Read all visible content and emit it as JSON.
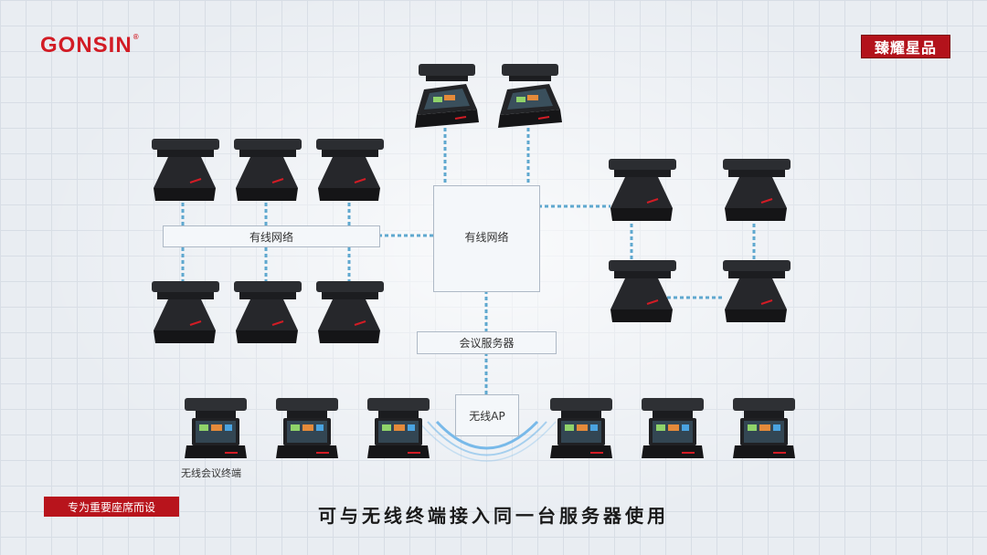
{
  "brand": {
    "logo": "GONSIN",
    "registered": "®",
    "series": "臻耀星品"
  },
  "diagram": {
    "left_bus_label": "有线网络",
    "switch_label": "有线网络",
    "server_label": "会议服务器",
    "ap_label": "无线AP",
    "wireless_terminal_label": "无线会议终端"
  },
  "footer": {
    "badge": "专为重要座席而设",
    "caption": "可与无线终端接入同一台服务器使用"
  },
  "colors": {
    "brand_red": "#d21c25",
    "wire_blue": "#5fa8cf",
    "signal_blue": "#6ab3e8"
  }
}
